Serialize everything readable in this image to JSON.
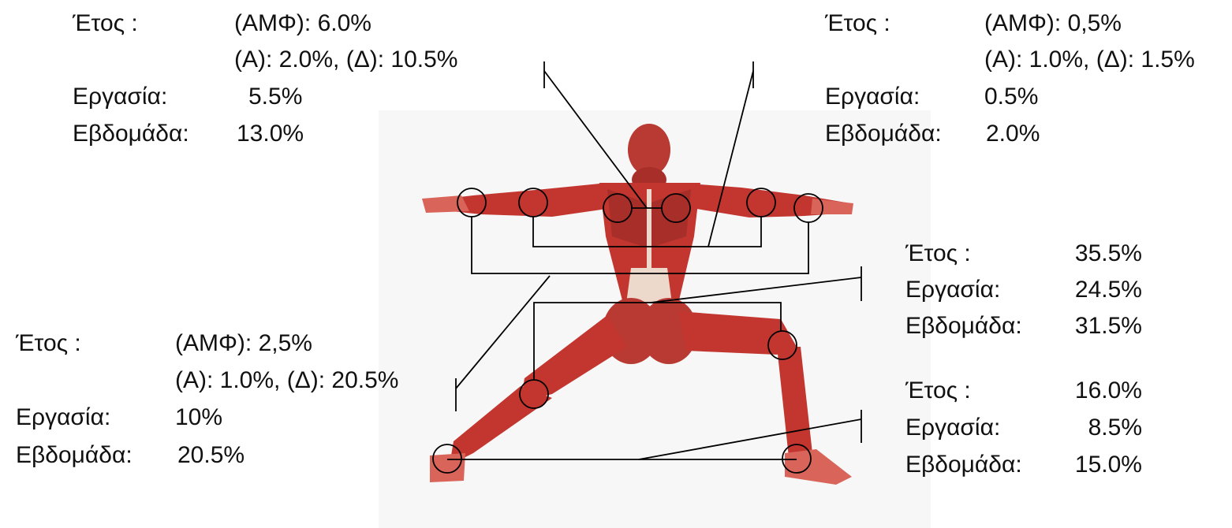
{
  "colors": {
    "muscle_dark": "#8e1f1f",
    "muscle": "#c2362f",
    "muscle_light": "#d9655a",
    "tendon": "#ecd9cc",
    "line": "#000000",
    "text": "#111111"
  },
  "blocks": {
    "neck": {
      "year_label": "Έτος :",
      "year_total": "(ΑΜΦ): 6.0%",
      "year_sides": "(Α): 2.0%, (Δ): 10.5%",
      "work_label": "Εργασία:",
      "work_value": "5.5%",
      "week_label": "Εβδομάδα:",
      "week_value": "13.0%"
    },
    "shoulder": {
      "year_label": "Έτος :",
      "year_total": "(ΑΜΦ): 0,5%",
      "year_sides": "(Α): 1.0%, (Δ): 1.5%",
      "work_label": "Εργασία:",
      "work_value": "0.5%",
      "week_label": "Εβδομάδα:",
      "week_value": "2.0%"
    },
    "wrist": {
      "year_label": "Έτος :",
      "year_total": "(ΑΜΦ): 2,5%",
      "year_sides": "(Α): 1.0%, (Δ): 20.5%",
      "work_label": "Εργασία:",
      "work_value": "10%",
      "week_label": "Εβδομάδα:",
      "week_value": "20.5%"
    },
    "lower_back": {
      "year_label": "Έτος :",
      "year_value": "35.5%",
      "work_label": "Εργασία:",
      "work_value": "24.5%",
      "week_label": "Εβδομάδα:",
      "week_value": "31.5%"
    },
    "ankle": {
      "year_label": "Έτος :",
      "year_value": "16.0%",
      "work_label": "Εργασία:",
      "work_value": "8.5%",
      "week_label": "Εβδομάδα:",
      "week_value": "15.0%"
    }
  }
}
